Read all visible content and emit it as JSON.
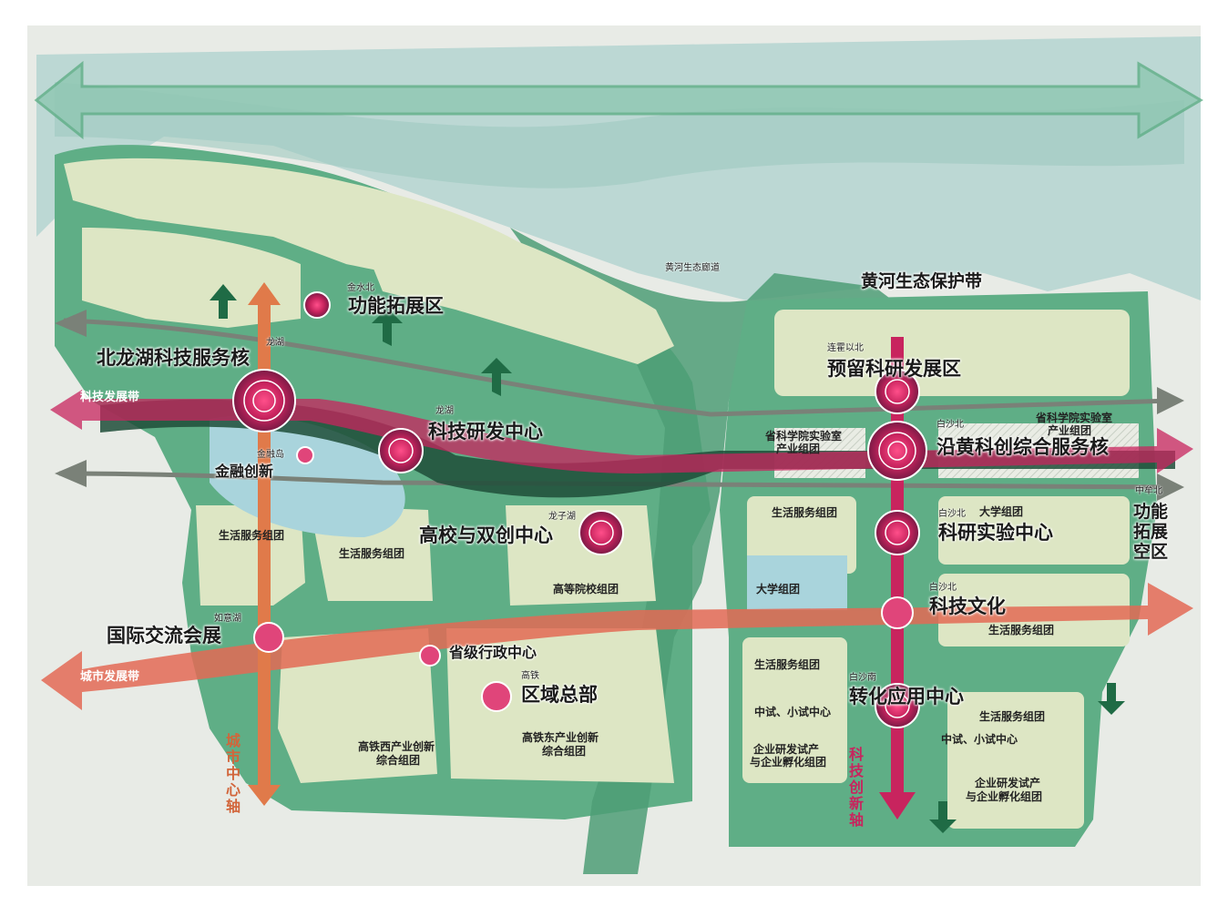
{
  "colors": {
    "river": "#bcd8d4",
    "green_belt": "#5fae86",
    "dark_green": "#2f6f52",
    "block": "#dde6c4",
    "pink": "#c8245e",
    "salmon": "#e36a55",
    "orange_axis": "#e07a4a"
  },
  "map": {
    "corridor": "黄河生态廊道",
    "protection_belt": "黄河生态保护带",
    "bands": {
      "tech_band": "科技发展带",
      "city_band": "城市发展带",
      "city_axis": "城市中心轴",
      "innovation_axis": "科技创新轴",
      "expansion_east": "功能拓展空区"
    },
    "zones": {
      "function_expand": "功能拓展区",
      "beilonghu_core": "北龙湖科技服务核",
      "finance": "金融创新",
      "rd_center": "科技研发中心",
      "university_center": "高校与双创中心",
      "exhibition": "国际交流会展",
      "provincial_admin": "省级行政中心",
      "regional_hq": "区域总部",
      "reserve_rd": "预留科研发展区",
      "yellow_river_core": "沿黄科创综合服务核",
      "research_lab": "科研实验中心",
      "tech_culture": "科技文化",
      "transform_center": "转化应用中心"
    },
    "groups": {
      "life1": "生活服务组团",
      "life2": "生活服务组团",
      "college": "高等院校组团",
      "hsr_west": [
        "高铁西产业创新",
        "综合组团"
      ],
      "hsr_east": [
        "高铁东产业创新",
        "综合组团"
      ],
      "academy_left": [
        "省科学院实验室",
        "产业组团"
      ],
      "academy_right": [
        "省科学院实验室",
        "产业组团"
      ],
      "life_e1": "生活服务组团",
      "univ_e1": "大学组团",
      "univ_e2": "大学组团",
      "life_e2": "生活服务组团",
      "life_e3": "生活服务组团",
      "pilot1": "中试、小试中心",
      "enterprise1": [
        "企业研发试产",
        "与企业孵化组团"
      ],
      "life_e4": "生活服务组团",
      "pilot2": "中试、小试中心",
      "enterprise2": [
        "企业研发试产",
        "与企业孵化组团"
      ]
    },
    "stations": {
      "jinshuibei": "金水北",
      "longhu1": "龙湖",
      "jinrongdao": "金融岛",
      "longhu2": "龙湖",
      "longzihu": "龙子湖",
      "ruyihu": "如意湖",
      "gaotie": "高铁",
      "lianhuo": "连霍以北",
      "baishabei1": "白沙北",
      "baishabei2": "白沙北",
      "baishabei3": "白沙北",
      "baishanan": "白沙南",
      "zhongmoubei": "中牟北"
    }
  }
}
